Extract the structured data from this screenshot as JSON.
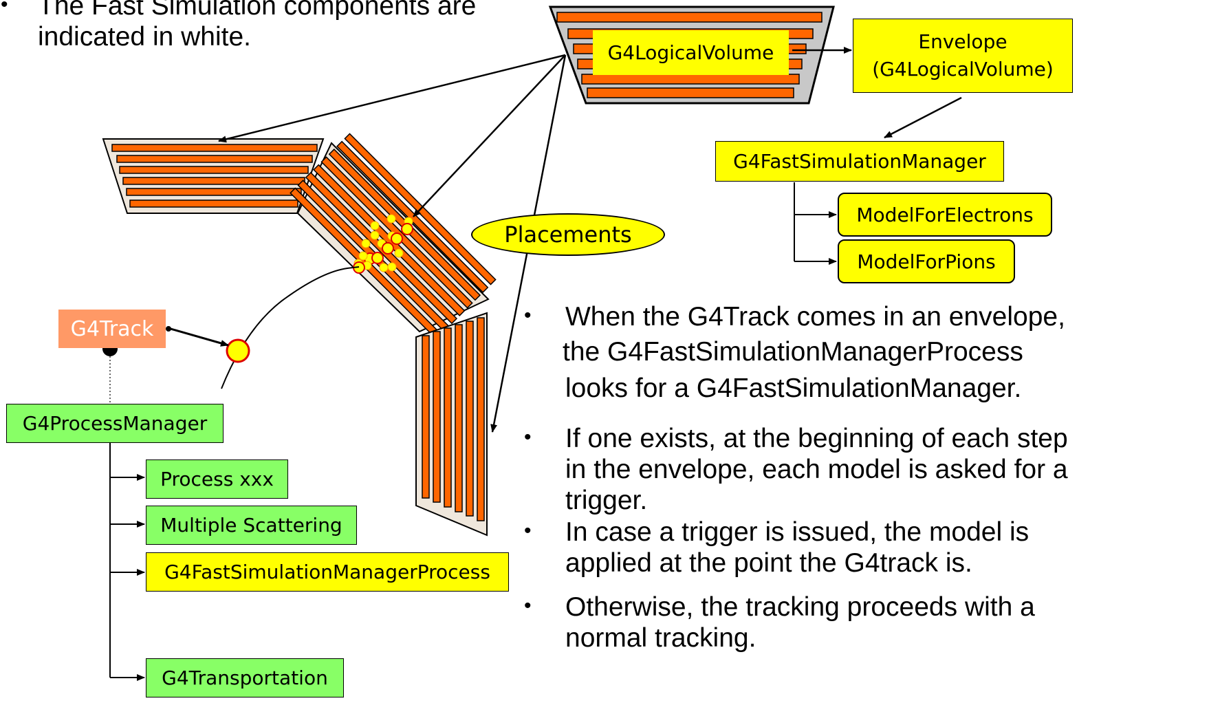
{
  "intro": {
    "line1": "The Fast Simulation components are",
    "line2": "indicated in white."
  },
  "logical_volume_label": "G4LogicalVolume",
  "envelope": {
    "line1": "Envelope",
    "line2": "(G4LogicalVolume)"
  },
  "fast_sim_manager": "G4FastSimulationManager",
  "models": [
    "ModelForElectrons",
    "ModelForPions"
  ],
  "placements_label": "Placements",
  "track_label": "G4Track",
  "process_manager": "G4ProcessManager",
  "processes": [
    "Process xxx",
    "Multiple Scattering",
    "G4FastSimulationManagerProcess",
    "G4Transportation"
  ],
  "bullets": {
    "b1": [
      "When the G4Track comes in an envelope,",
      "the G4FastSimulationManagerProcess",
      "looks for a G4FastSimulationManager."
    ],
    "b2": [
      "If one exists, at the beginning of each step",
      "in the envelope, each model is asked for a",
      "trigger."
    ],
    "b3": [
      "In case a trigger is issued, the model is",
      "applied at the point the G4track is."
    ],
    "b4": [
      "Otherwise, the tracking proceeds with a",
      "normal tracking."
    ]
  },
  "colors": {
    "detector_bar": "#ff6600",
    "fast_sim": "#ffff00",
    "process": "#88ff66",
    "track": "#ff9966",
    "volume_fill": "#c8c8c8"
  }
}
